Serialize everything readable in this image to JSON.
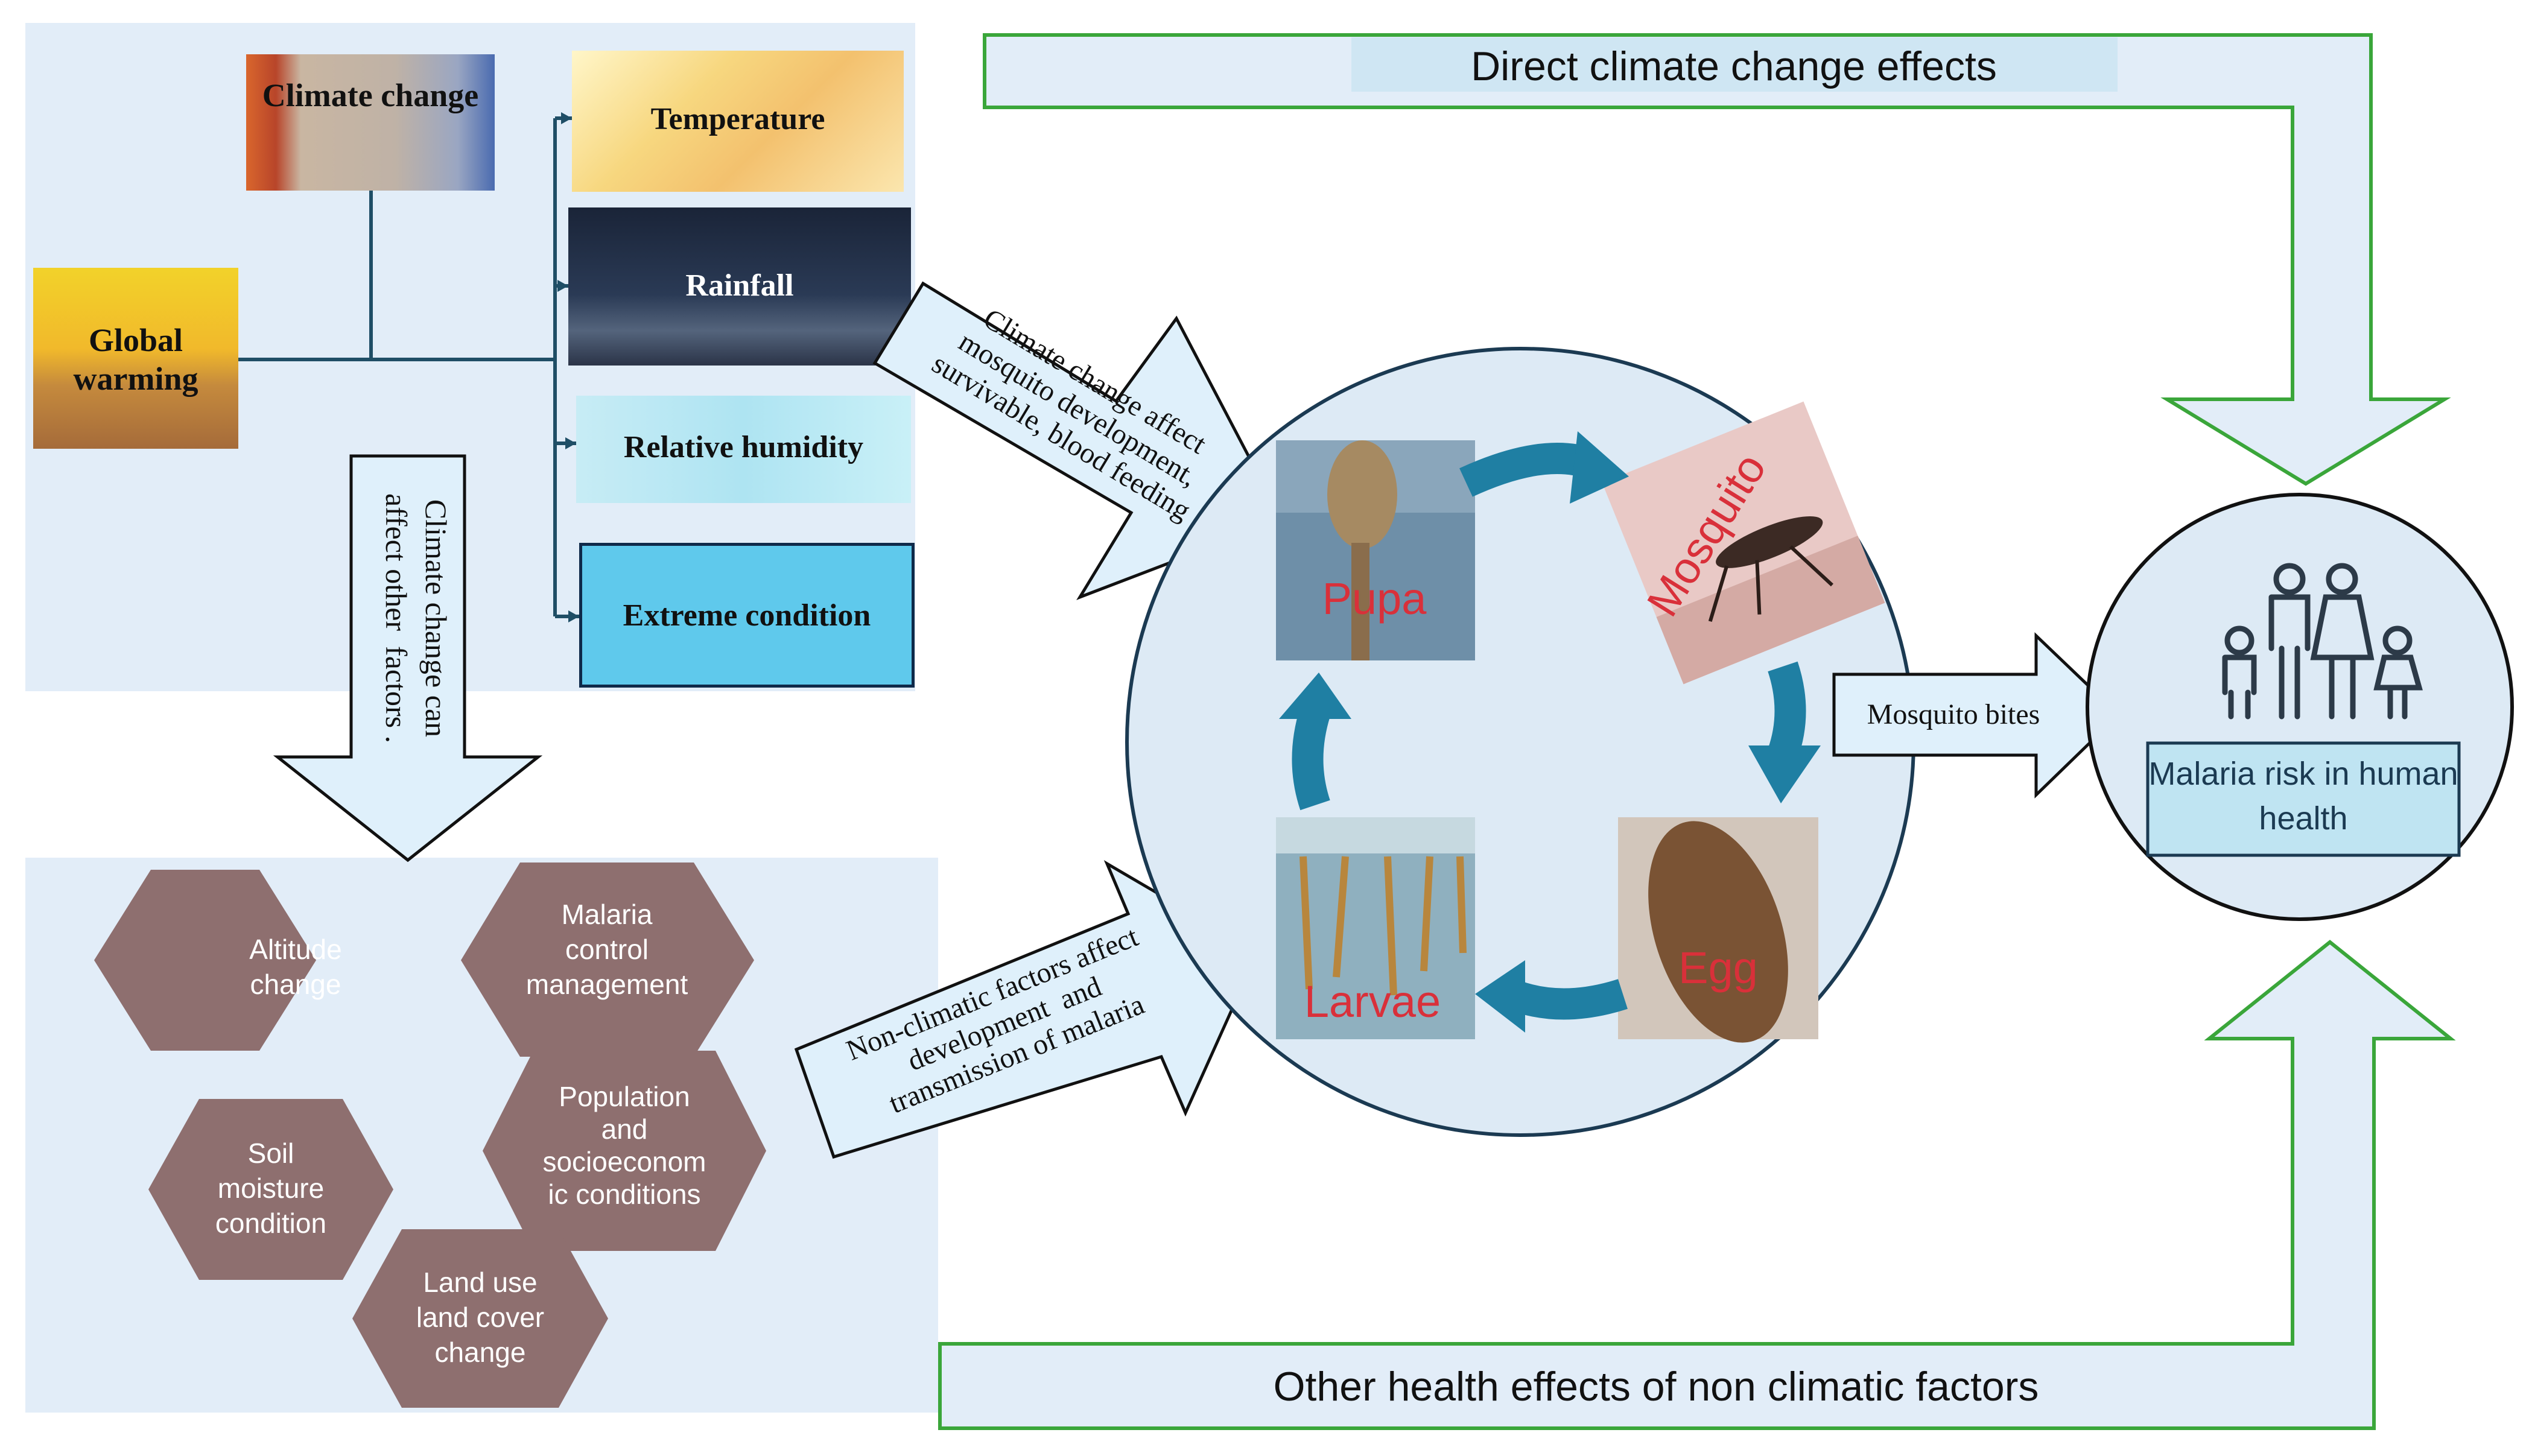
{
  "climate": {
    "climate_change": "Climate change",
    "global_warming": "Global warming",
    "factors": [
      "Temperature",
      "Rainfall",
      "Relative humidity",
      "Extreme condition"
    ]
  },
  "arrows": {
    "climate_affects_other": [
      "Climate change can",
      "affect other  factors ."
    ],
    "climate_affects_mosquito": [
      "Climate change affect",
      "mosquito development,",
      "survivable, blood feeding"
    ],
    "non_climatic_affects": [
      "Non-climatic factors affect",
      "development  and",
      "transmission of malaria"
    ],
    "mosquito_bites": "Mosquito bites"
  },
  "non_climatic_factors": [
    [
      "Altitude",
      "change"
    ],
    [
      "Malaria",
      "control",
      "management"
    ],
    [
      "Soil",
      "moisture",
      "condition"
    ],
    [
      "Population",
      "and",
      "socioeconom",
      "ic conditions"
    ],
    [
      "Land use",
      "land cover",
      "change"
    ]
  ],
  "life_cycle": [
    "Pupa",
    "Mosquito",
    "Egg",
    "Larvae"
  ],
  "outcome": {
    "label": "Malaria risk in human health",
    "icon": "family-icon"
  },
  "banners": {
    "direct": "Direct climate change effects",
    "other": "Other health effects of non climatic factors"
  },
  "colors": {
    "panel": "#e2edf8",
    "hexagon": "#8e6f6f",
    "cycle_arrow": "#1f7fa3",
    "green_outline": "#3aa63a",
    "stage_label": "#d9303a",
    "extreme_box": "#5fc9ec"
  }
}
